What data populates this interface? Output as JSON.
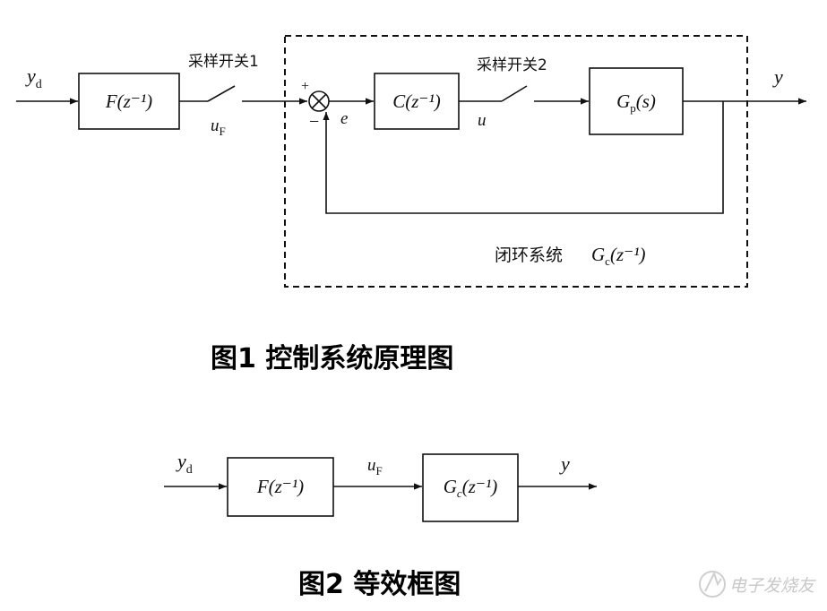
{
  "figure1": {
    "caption": "图1  控制系统原理图",
    "input_label": "y",
    "input_label_sub": "d",
    "block_f": "F(z⁻¹)",
    "switch1_label": "采样开关1",
    "uF_label": "u",
    "uF_sub": "F",
    "plus_sign": "+",
    "minus_sign": "−",
    "error_label": "e",
    "block_c": "C(z⁻¹)",
    "u_label": "u",
    "switch2_label": "采样开关2",
    "block_gp": "G",
    "block_gp_sub": "p",
    "block_gp_arg": "(s)",
    "output_label": "y",
    "closed_loop_label": "闭环系统",
    "closed_loop_G": "G",
    "closed_loop_G_sub": "c",
    "closed_loop_arg": "(z⁻¹)"
  },
  "figure2": {
    "caption": "图2  等效框图",
    "input_label": "y",
    "input_label_sub": "d",
    "block_f": "F(z⁻¹)",
    "uF_label": "u",
    "uF_sub": "F",
    "block_gc": "G",
    "block_gc_sub": "c",
    "block_gc_arg": "(z⁻¹)",
    "output_label": "y"
  },
  "watermark": {
    "text": "电子发烧友",
    "icon": "watermark-logo-icon"
  }
}
